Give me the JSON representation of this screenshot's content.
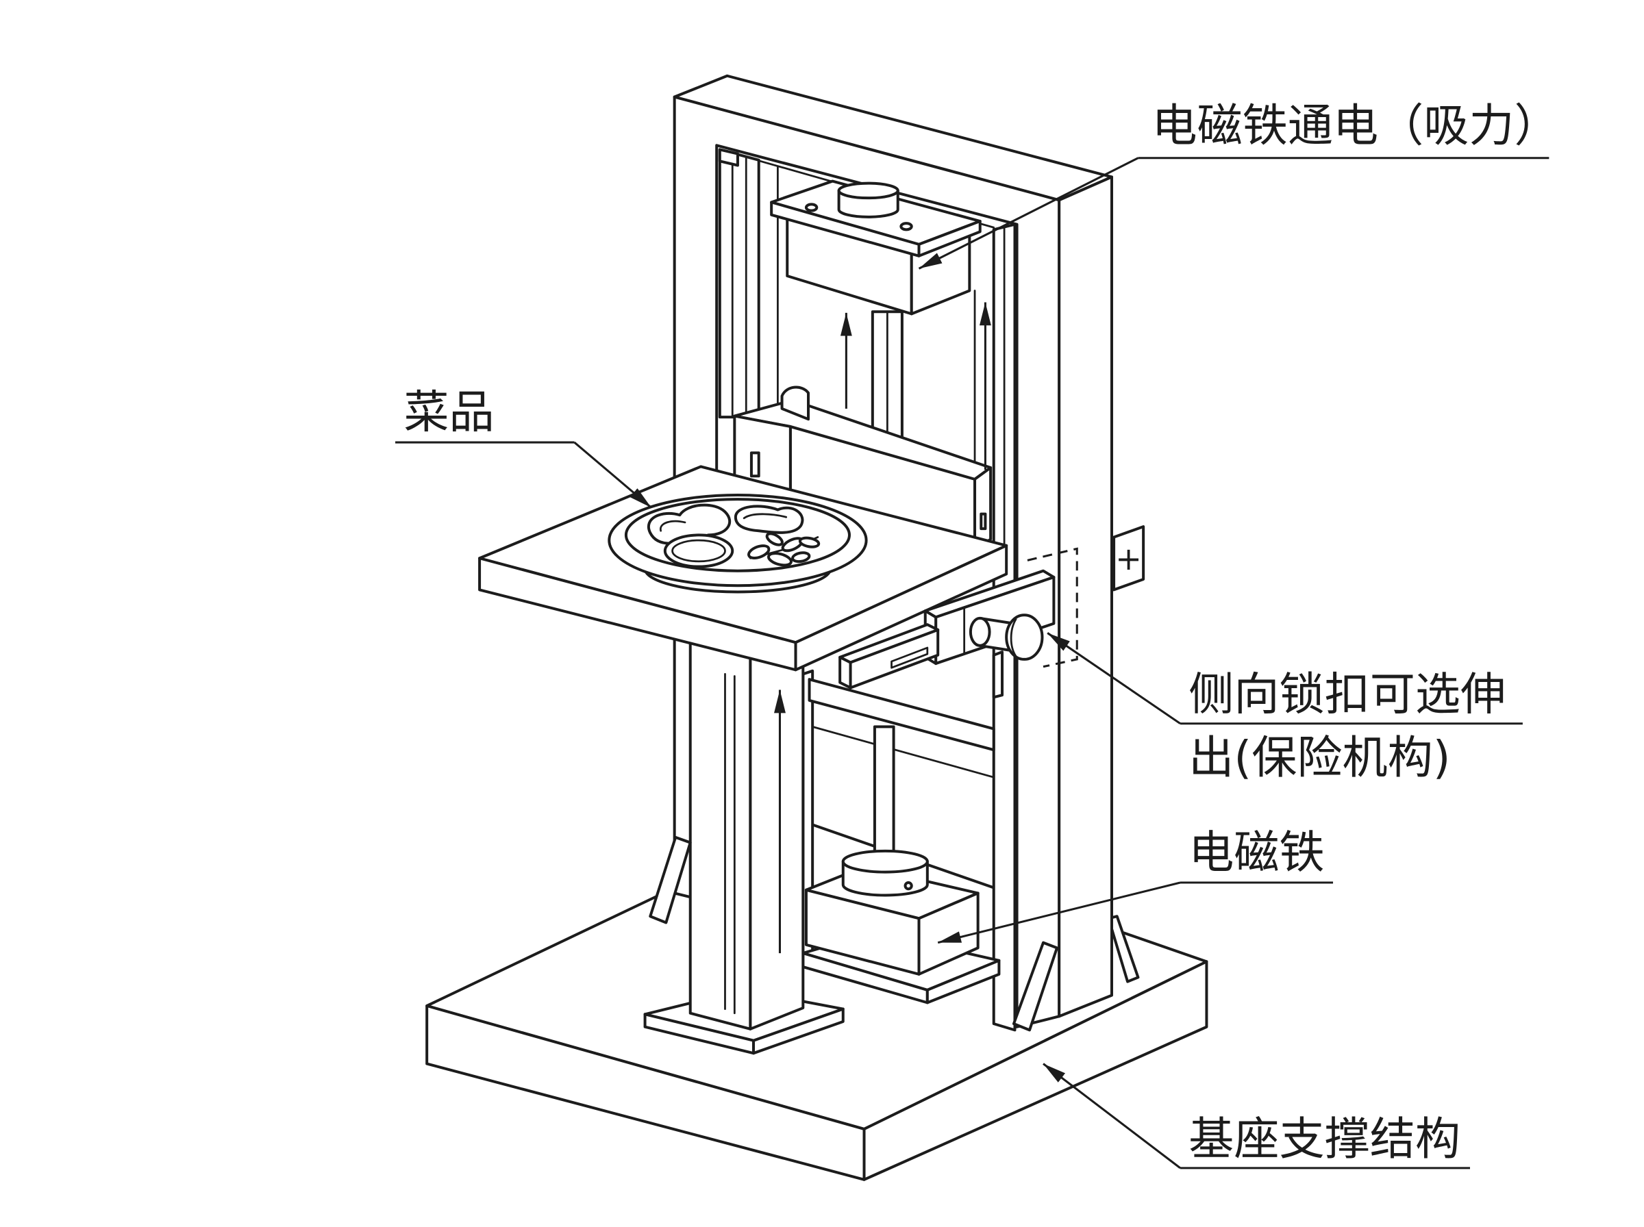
{
  "diagram": {
    "labels": {
      "energized_magnet": "电磁铁通电（吸力）",
      "dish": "菜品",
      "side_lock_line1": "侧向锁扣可选伸",
      "side_lock_line2": "出(保险机构)",
      "electromagnet": "电磁铁",
      "base_support": "基座支撑结构"
    },
    "terminal_symbol": "+",
    "colors": {
      "line": "#1c1c1c",
      "background": "#ffffff"
    }
  }
}
